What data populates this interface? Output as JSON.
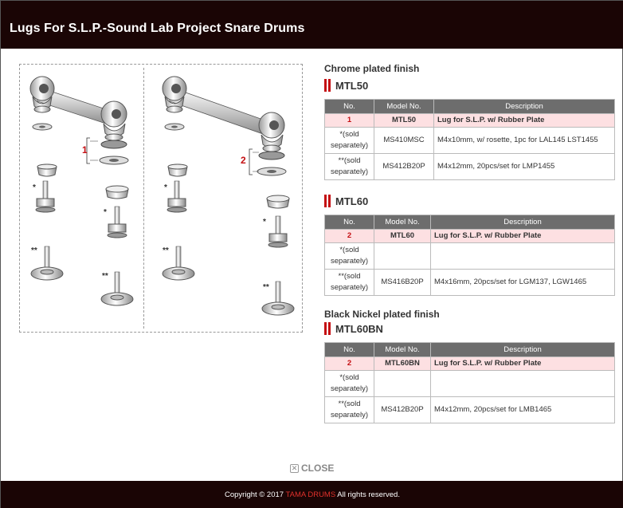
{
  "header": {
    "title": "Lugs For S.L.P.-Sound Lab Project Snare Drums"
  },
  "diagram": {
    "left_callout": "1",
    "right_callout": "2",
    "star1": "*",
    "star2": "**"
  },
  "columns": {
    "no": "No.",
    "model": "Model No.",
    "desc": "Description"
  },
  "sections": [
    {
      "finish": "Chrome plated finish",
      "model": "MTL50",
      "rows": [
        {
          "no": "1",
          "model": "MTL50",
          "desc": "Lug for S.L.P. w/ Rubber Plate"
        },
        {
          "no": "*(sold separately)",
          "model": "MS410MSC",
          "desc": "M4x10mm, w/ rosette, 1pc for LAL145 LST1455"
        },
        {
          "no": "**(sold separately)",
          "model": "MS412B20P",
          "desc": "M4x12mm, 20pcs/set for LMP1455"
        }
      ]
    },
    {
      "finish": "",
      "model": "MTL60",
      "rows": [
        {
          "no": "2",
          "model": "MTL60",
          "desc": "Lug for S.L.P. w/ Rubber Plate"
        },
        {
          "no": "*(sold separately)",
          "model": "",
          "desc": ""
        },
        {
          "no": "**(sold separately)",
          "model": "MS416B20P",
          "desc": "M4x16mm, 20pcs/set for LGM137, LGW1465"
        }
      ]
    },
    {
      "finish": "Black Nickel plated finish",
      "model": "MTL60BN",
      "rows": [
        {
          "no": "2",
          "model": "MTL60BN",
          "desc": "Lug for S.L.P. w/ Rubber Plate"
        },
        {
          "no": "*(sold separately)",
          "model": "",
          "desc": ""
        },
        {
          "no": "**(sold separately)",
          "model": "MS412B20P",
          "desc": "M4x12mm, 20pcs/set for LMB1465"
        }
      ]
    }
  ],
  "close": {
    "label": "CLOSE",
    "icon": "close-icon"
  },
  "footer": {
    "prefix": "Copyright © 2017 ",
    "brand": "TAMA DRUMS",
    "suffix": " All rights reserved."
  },
  "colors": {
    "header_bg": "#1a0505",
    "accent": "#c40e12",
    "highlight_row": "#fde0e2",
    "table_head": "#6d6d6d"
  }
}
